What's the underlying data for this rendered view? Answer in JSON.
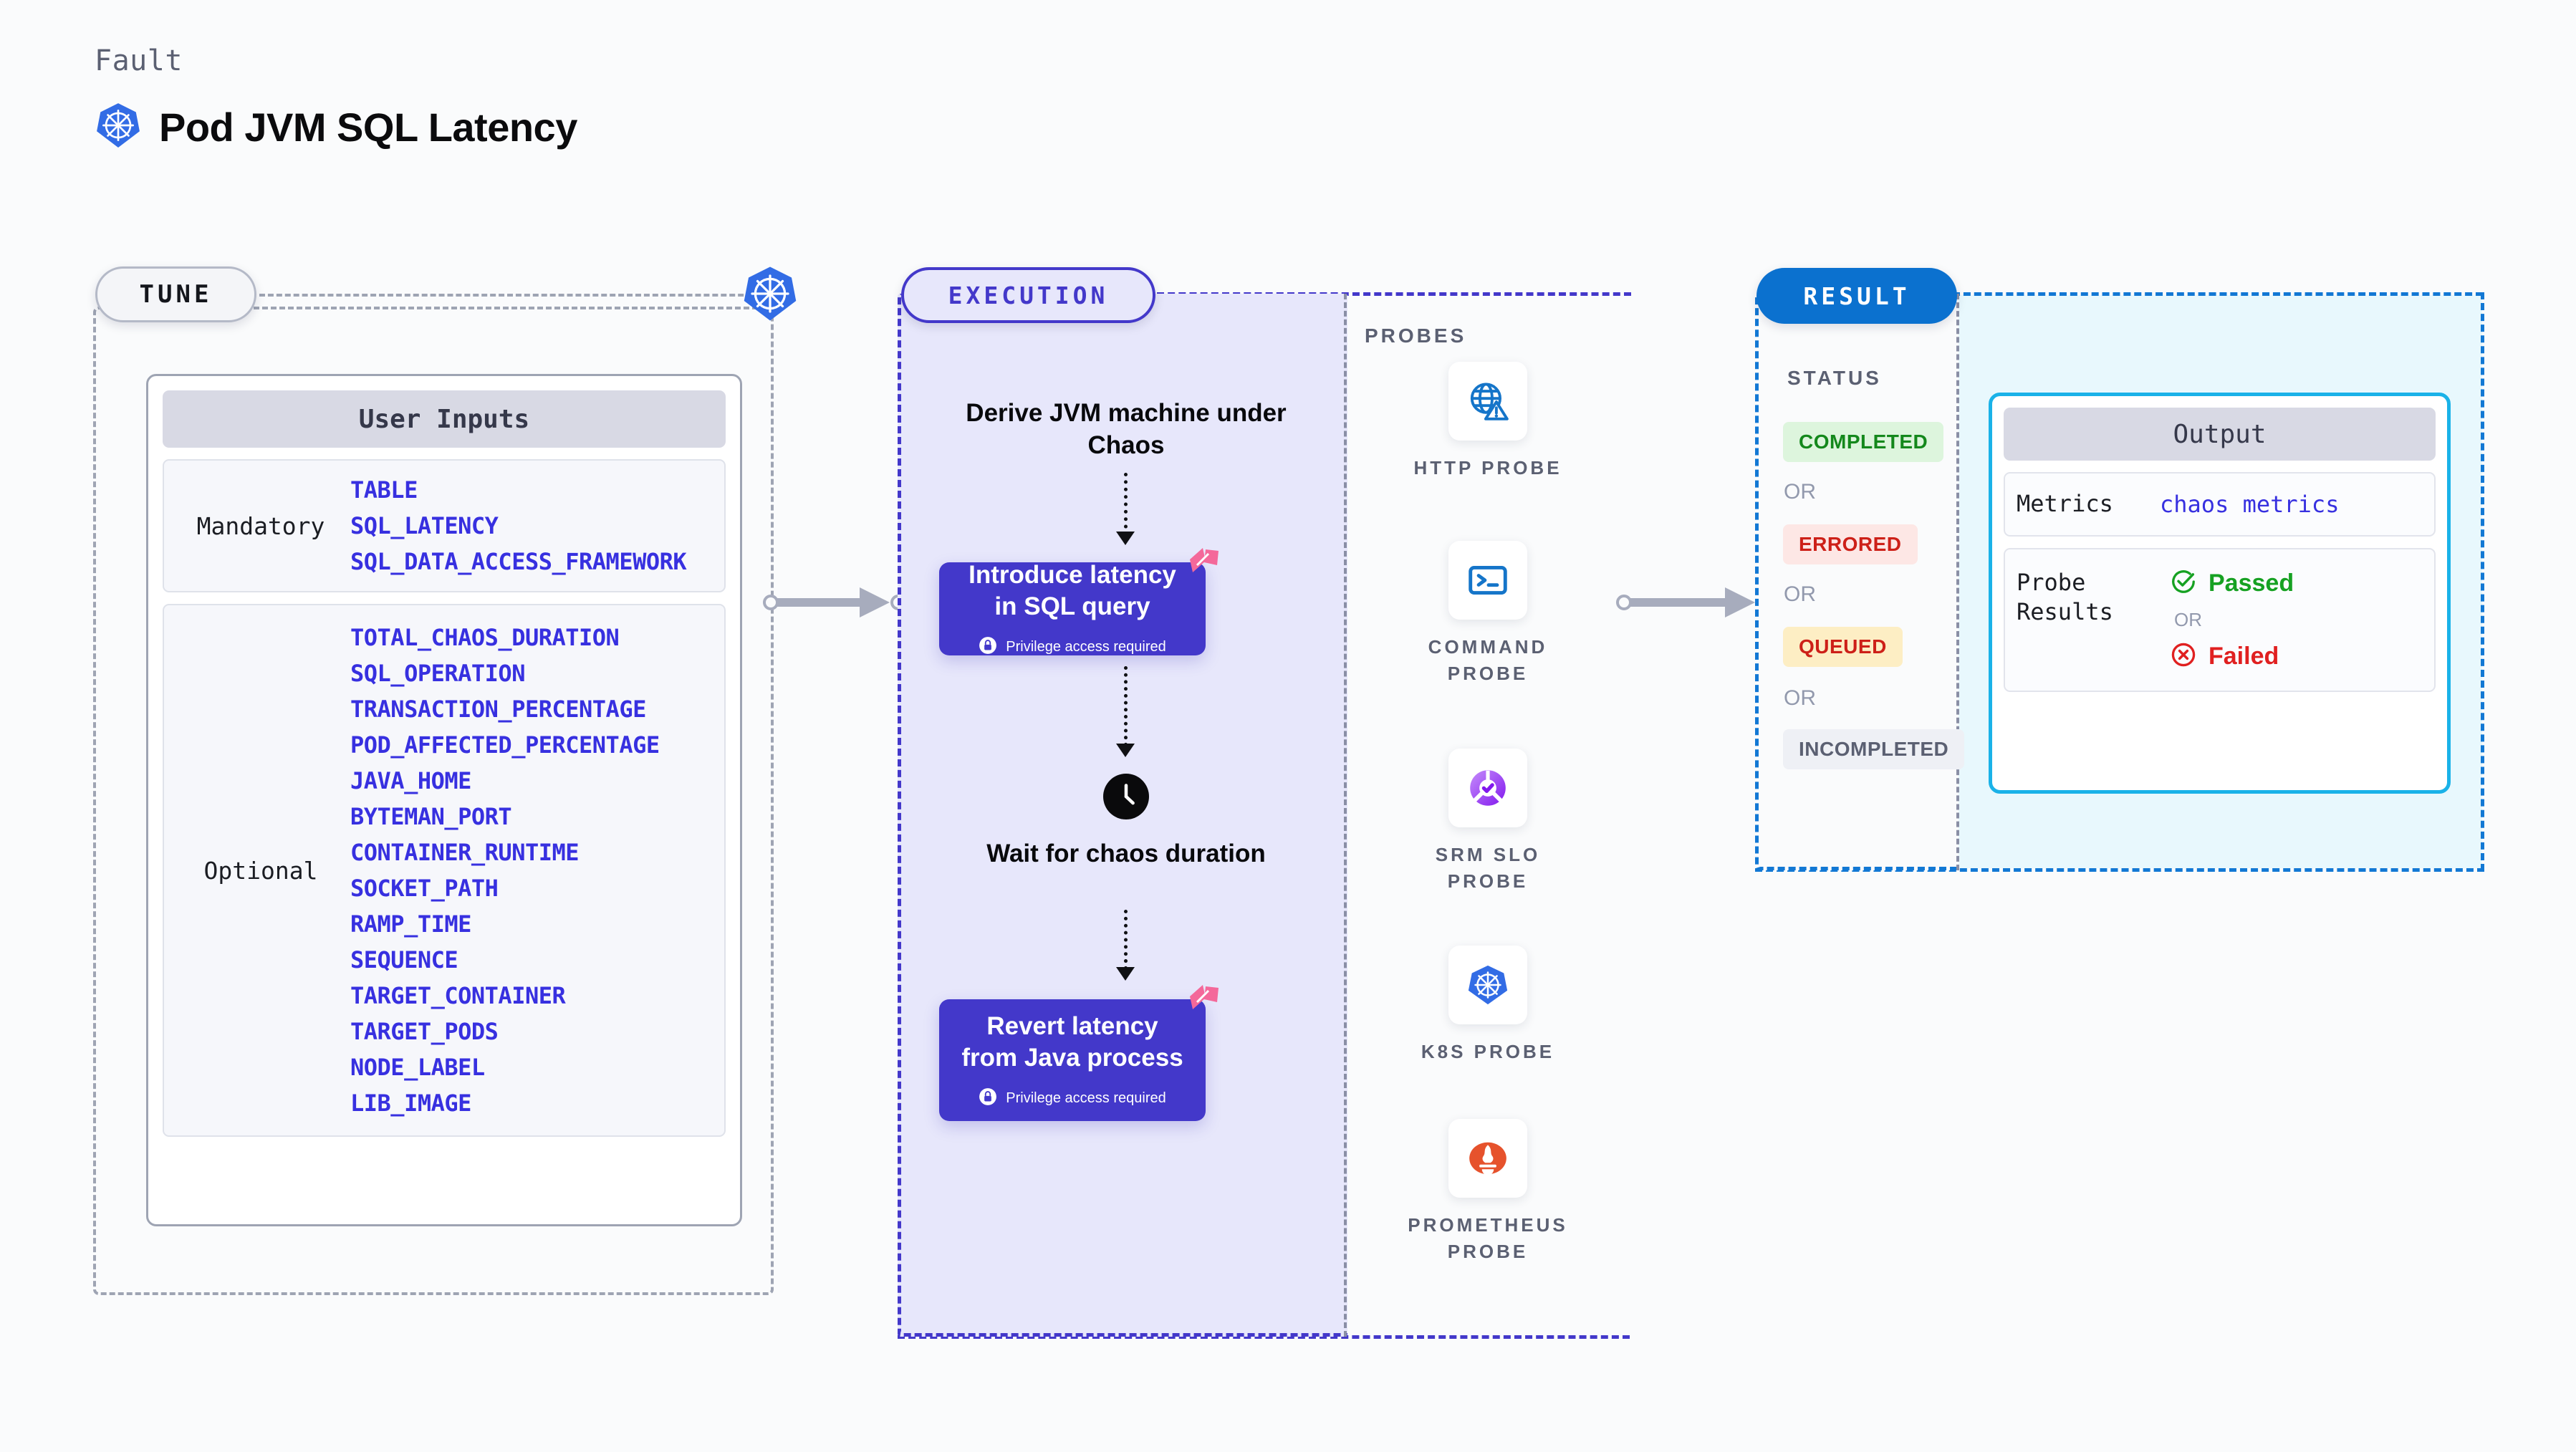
{
  "header": {
    "kicker": "Fault",
    "title": "Pod JVM SQL Latency",
    "logo_icon": "kubernetes-icon"
  },
  "tune": {
    "pill_label": "TUNE",
    "badge_icon": "kubernetes-icon",
    "inputs_title": "User Inputs",
    "groups": [
      {
        "kind": "Mandatory",
        "params": [
          "TABLE",
          "SQL_LATENCY",
          "SQL_DATA_ACCESS_FRAMEWORK"
        ]
      },
      {
        "kind": "Optional",
        "params": [
          "TOTAL_CHAOS_DURATION",
          "SQL_OPERATION",
          "TRANSACTION_PERCENTAGE",
          "POD_AFFECTED_PERCENTAGE",
          "JAVA_HOME",
          "BYTEMAN_PORT",
          "CONTAINER_RUNTIME",
          "SOCKET_PATH",
          "RAMP_TIME",
          "SEQUENCE",
          "TARGET_CONTAINER",
          "TARGET_PODS",
          "NODE_LABEL",
          "LIB_IMAGE"
        ]
      }
    ]
  },
  "execution": {
    "pill_label": "EXECUTION",
    "step1_text": "Derive JVM machine under Chaos",
    "step2_title": "Introduce latency in SQL query",
    "step2_note": "Privilege access required",
    "step3_text": "Wait for chaos duration",
    "step3_icon": "clock-icon",
    "step4_title": "Revert latency from Java process",
    "step4_note": "Privilege access required",
    "badge_icon": "harness-icon",
    "lock_icon": "lock-icon"
  },
  "probes": {
    "label": "PROBES",
    "items": [
      {
        "name": "HTTP PROBE",
        "icon": "globe-warning-icon"
      },
      {
        "name": "COMMAND PROBE",
        "icon": "terminal-icon"
      },
      {
        "name": "SRM SLO PROBE",
        "icon": "slo-check-icon"
      },
      {
        "name": "K8S PROBE",
        "icon": "kubernetes-icon"
      },
      {
        "name": "PROMETHEUS PROBE",
        "icon": "prometheus-icon"
      }
    ]
  },
  "result": {
    "pill_label": "RESULT",
    "status_label": "STATUS",
    "or_label": "OR",
    "statuses": [
      {
        "label": "COMPLETED",
        "bg": "#ddf5dd",
        "fg": "#14881c"
      },
      {
        "label": "ERRORED",
        "bg": "#fde7e5",
        "fg": "#cd2018"
      },
      {
        "label": "QUEUED",
        "bg": "#fdeec4",
        "fg": "#cd2018"
      },
      {
        "label": "INCOMPLETED",
        "bg": "#eef0f5",
        "fg": "#5b6072"
      }
    ],
    "output": {
      "title": "Output",
      "metrics_key": "Metrics",
      "metrics_value": "chaos metrics",
      "probe_key": "Probe Results",
      "passed_label": "Passed",
      "failed_label": "Failed",
      "or_label": "OR",
      "pass_icon": "check-circle-icon",
      "fail_icon": "x-circle-icon"
    }
  },
  "colors": {
    "kubernetes_blue": "#326ce5",
    "execution_purple": "#4338ca",
    "result_blue": "#0b71cf",
    "output_cyan": "#1ab2e8",
    "harness_pink": "#f4689a",
    "param_indigo": "#3730e0",
    "muted_grey": "#5b6072"
  }
}
